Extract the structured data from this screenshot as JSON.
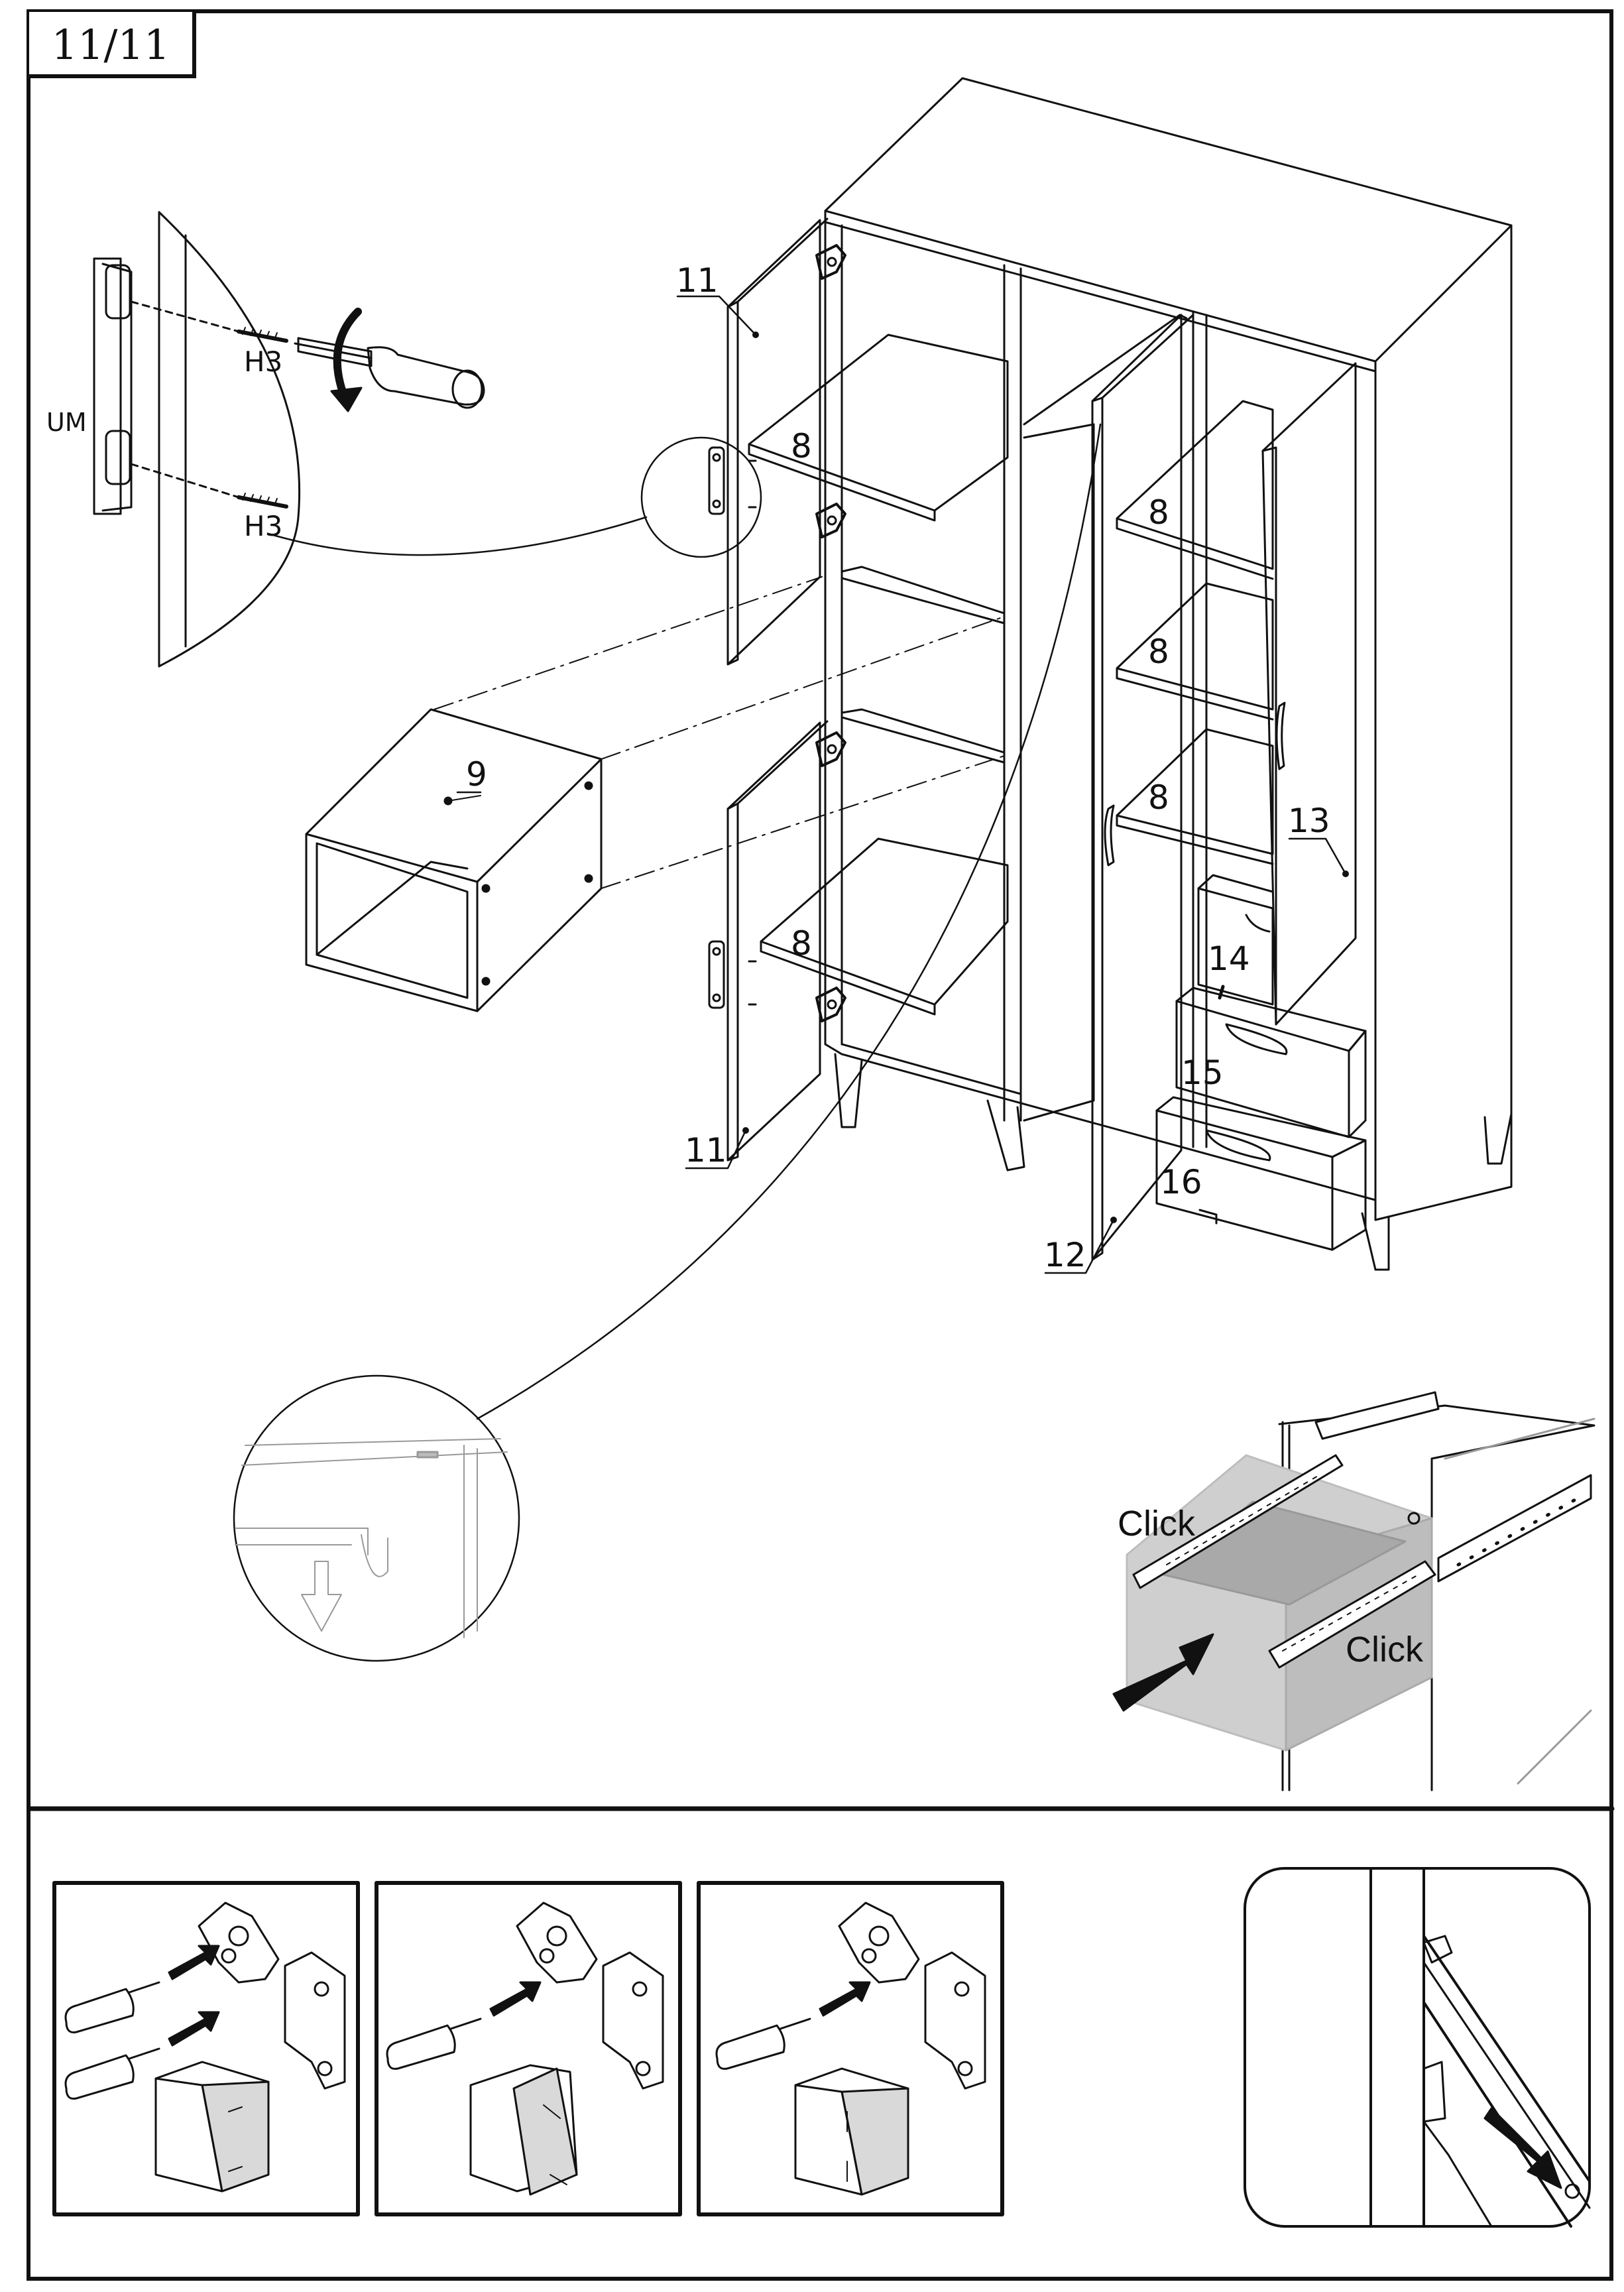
{
  "step": {
    "label": "11/11"
  },
  "screw_detail": {
    "part_label": "UM",
    "screw_top": "H3",
    "screw_bottom": "H3"
  },
  "parts": {
    "door_upper_left": "11",
    "door_lower_left": "11",
    "door_middle": "12",
    "door_right": "13",
    "shelf_upper_left": "8",
    "shelf_lower_left": "8",
    "shelf_right_1": "8",
    "shelf_right_2": "8",
    "shelf_right_3": "8",
    "box": "9",
    "drawer_small": "14",
    "drawer_middle": "15",
    "drawer_bottom": "16"
  },
  "drawer_detail": {
    "click_left": "Click",
    "click_right": "Click"
  },
  "colors": {
    "ink": "#111111",
    "panel_grey": "#d9d9d9",
    "drawer_grey": "#cfcfcf"
  }
}
